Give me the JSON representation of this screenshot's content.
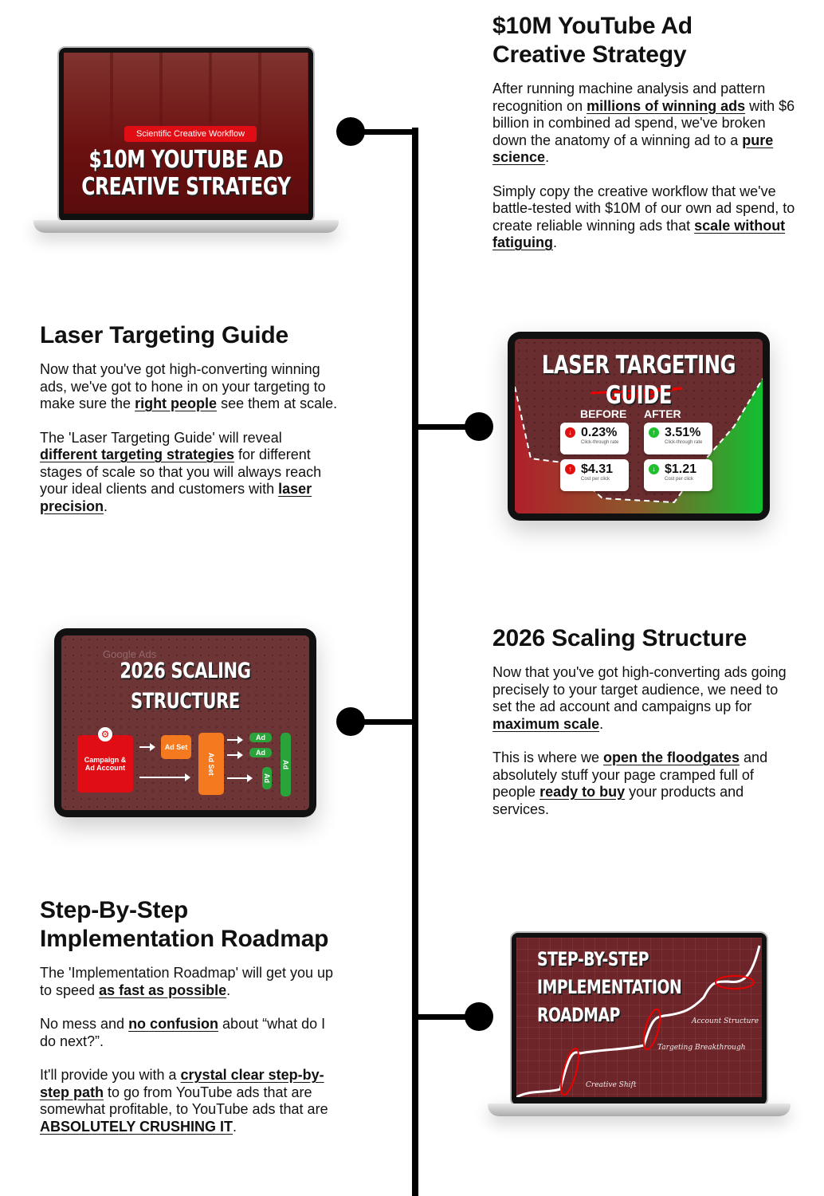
{
  "sections": [
    {
      "title": "$10M YouTube Ad Creative Strategy",
      "title_lines": [
        "$10M YouTube Ad",
        "Creative Strategy"
      ],
      "paragraphs": [
        [
          {
            "t": "After running machine analysis and pattern recognition on "
          },
          {
            "t": "millions of winning ads",
            "b": true
          },
          {
            "t": " with $6 billion in combined ad spend, we've broken down the anatomy of a winning ad to a "
          },
          {
            "t": "pure science",
            "b": true
          },
          {
            "t": "."
          }
        ],
        [
          {
            "t": "Simply copy the creative workflow that we've battle-tested with $10M of our own ad spend, to create reliable winning ads that "
          },
          {
            "t": "scale without fatiguing",
            "b": true
          },
          {
            "t": "."
          }
        ]
      ],
      "image": {
        "badge": "Scientific Creative Workflow",
        "line1": "$10M YOUTUBE AD",
        "line2": "CREATIVE STRATEGY"
      }
    },
    {
      "title": "Laser Targeting Guide",
      "paragraphs": [
        [
          {
            "t": "Now that you've got high-converting winning ads, we've got to hone in on your targeting to make sure the "
          },
          {
            "t": "right people",
            "b": true
          },
          {
            "t": " see them at scale."
          }
        ],
        [
          {
            "t": "The 'Laser Targeting Guide' will reveal "
          },
          {
            "t": "different targeting strategies",
            "b": true
          },
          {
            "t": " for different stages of scale so that you will always reach your ideal clients and customers with "
          },
          {
            "t": "laser precision",
            "b": true
          },
          {
            "t": "."
          }
        ]
      ],
      "image": {
        "title": "LASER TARGETING GUIDE",
        "before": "BEFORE",
        "after": "AFTER",
        "stats": [
          {
            "value": "0.23%",
            "label": "Click-through rate",
            "dir": "down",
            "color": "#e01010"
          },
          {
            "value": "3.51%",
            "label": "Click-through rate",
            "dir": "up",
            "color": "#1fc02e"
          },
          {
            "value": "$4.31",
            "label": "Cost per click",
            "dir": "up",
            "color": "#e01010"
          },
          {
            "value": "$1.21",
            "label": "Cost per click",
            "dir": "down",
            "color": "#1fc02e"
          }
        ]
      }
    },
    {
      "title": "2026 Scaling Structure",
      "paragraphs": [
        [
          {
            "t": "Now that you've got high-converting ads going precisely to your target audience, we need to set the ad account and campaigns up for "
          },
          {
            "t": "maximum scale",
            "b": true
          },
          {
            "t": "."
          }
        ],
        [
          {
            "t": "This is where we "
          },
          {
            "t": "open the floodgates",
            "b": true
          },
          {
            "t": " and absolutely stuff your page cramped full of people "
          },
          {
            "t": "ready to buy",
            "b": true
          },
          {
            "t": " your products and services."
          }
        ]
      ],
      "image": {
        "line1": "2026 SCALING",
        "line2": "STRUCTURE",
        "campaign": "Campaign & Ad Account",
        "adset": "Ad Set",
        "ad": "Ad",
        "ghost": "Google Ads"
      }
    },
    {
      "title": "Step-By-Step Implementation Roadmap",
      "title_lines": [
        "Step-By-Step",
        "Implementation Roadmap"
      ],
      "paragraphs": [
        [
          {
            "t": "The 'Implementation Roadmap' will get you up to speed "
          },
          {
            "t": "as fast as possible",
            "b": true
          },
          {
            "t": "."
          }
        ],
        [
          {
            "t": "No mess and "
          },
          {
            "t": "no confusion",
            "b": true
          },
          {
            "t": " about “what do I do next?”."
          }
        ],
        [
          {
            "t": "It'll provide you with a "
          },
          {
            "t": "crystal clear step-by-step path",
            "b": true
          },
          {
            "t": " to go from YouTube ads that are somewhat profitable, to YouTube ads that are "
          },
          {
            "t": "ABSOLUTELY CRUSHING IT",
            "b": true
          },
          {
            "t": "."
          }
        ]
      ],
      "image": {
        "line1": "STEP-BY-STEP",
        "line2": "IMPLEMENTATION",
        "line3": "ROADMAP",
        "labels": [
          "Account Structure",
          "Targeting Breakthrough",
          "Creative Shift"
        ]
      }
    }
  ],
  "colors": {
    "accent": "#e01010",
    "screen_bg": "#6a2d2f",
    "green": "#1fc02e",
    "orange": "#f57a1f"
  }
}
